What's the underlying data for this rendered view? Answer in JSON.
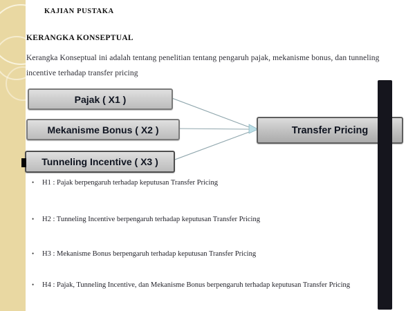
{
  "slide": {
    "kicker": "KAJIAN PUSTAKA",
    "heading": "KERANGKA KONSEPTUAL",
    "paragraph_line1": "Kerangka Konseptual ini adalah tentang penelitian tentang pengaruh pajak, mekanisme bonus, dan tunneling",
    "paragraph_line2": "incentive terhadap transfer pricing"
  },
  "diagram": {
    "boxes": [
      {
        "label": "Pajak ( X1 )"
      },
      {
        "label": "Mekanisme Bonus ( X2 )"
      },
      {
        "label": "Tunneling Incentive ( X3 )"
      }
    ],
    "target": {
      "label": "Transfer Pricing"
    },
    "arrow_color": "#8fa6ad",
    "arrowhead_color": "#bcdfe7"
  },
  "hypotheses": [
    {
      "bullet": "•",
      "text": "H1 : Pajak berpengaruh terhadap keputusan Transfer Pricing"
    },
    {
      "bullet": "•",
      "text": "H2 : Tunneling Incentive berpengaruh terhadap keputusan Transfer Pricing"
    },
    {
      "bullet": "•",
      "text": "H3 : Mekanisme Bonus berpengaruh terhadap keputusan Transfer Pricing"
    },
    {
      "bullet": "•",
      "text": "H4 : Pajak, Tunneling Incentive, dan Mekanisme Bonus berpengaruh terhadap keputusan Transfer Pricing"
    }
  ],
  "colors": {
    "sidebar": "#e9d8a2",
    "box_fill_top": "#e0e0e0",
    "box_fill_bottom": "#bcbcbc",
    "box_border": "#7a7a7a",
    "dark_bar": "#15151d",
    "text": "#23232b"
  }
}
